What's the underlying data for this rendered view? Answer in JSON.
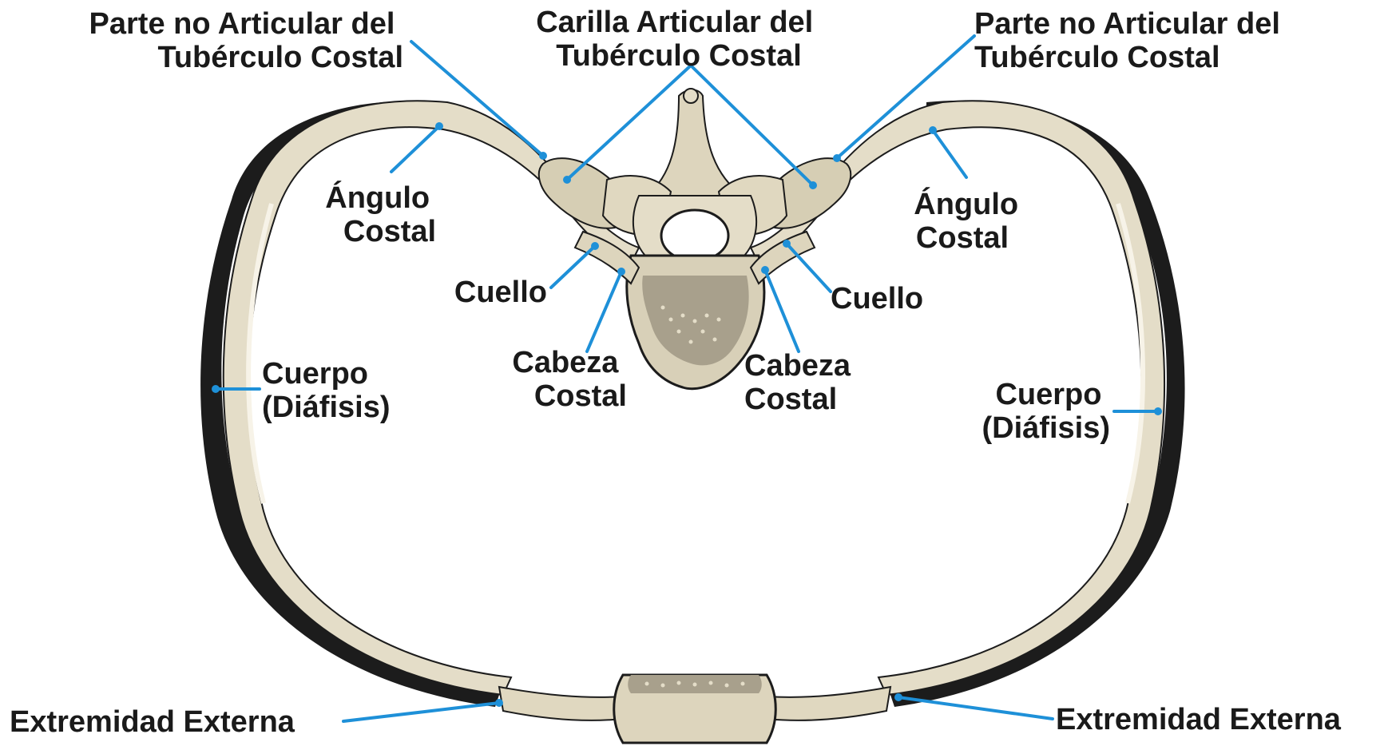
{
  "colors": {
    "bone": "#e4ddc8",
    "bone_shade": "#c9c0a6",
    "bone_dark": "#9b9279",
    "outline": "#1c1c1c",
    "marrow": "#a8a08c",
    "leader": "#1e90d8",
    "text": "#1a1a1a"
  },
  "labels": {
    "parte_no_articular_left": [
      "Parte no  Articular del",
      "Tubérculo Costal"
    ],
    "carilla_articular": [
      "Carilla Articular del",
      "Tubérculo Costal"
    ],
    "parte_no_articular_right": [
      "Parte no  Articular del",
      "Tubérculo Costal"
    ],
    "angulo_left": [
      "Ángulo",
      "Costal"
    ],
    "angulo_right": [
      "Ángulo",
      "Costal"
    ],
    "cuello_left": [
      "Cuello"
    ],
    "cuello_right": [
      "Cuello"
    ],
    "cabeza_left": [
      "Cabeza",
      "Costal"
    ],
    "cabeza_right": [
      "Cabeza",
      "Costal"
    ],
    "cuerpo_left": [
      "Cuerpo",
      "(Diáfisis)"
    ],
    "cuerpo_right": [
      "Cuerpo",
      "(Diáfisis)"
    ],
    "extremidad_left": [
      "Extremidad Externa"
    ],
    "extremidad_right": [
      "Extremidad Externa"
    ]
  }
}
